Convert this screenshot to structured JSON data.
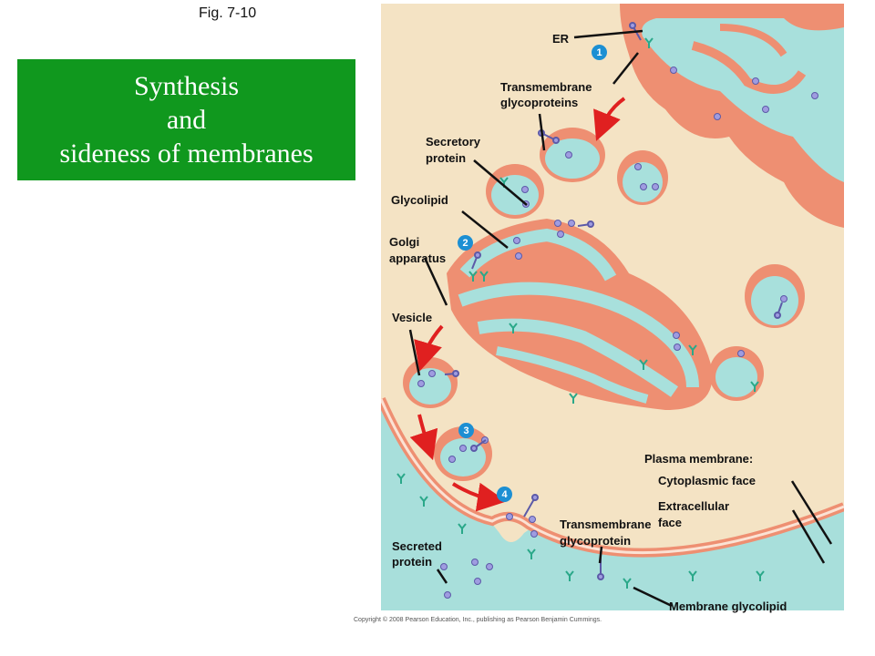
{
  "figure_label": "Fig. 7-10",
  "title_lines": [
    "Synthesis",
    "and",
    "sideness of membranes"
  ],
  "labels": {
    "er": "ER",
    "transmembrane_glycoproteins_1": "Transmembrane",
    "transmembrane_glycoproteins_2": "glycoproteins",
    "secretory_protein_1": "Secretory",
    "secretory_protein_2": "protein",
    "glycolipid": "Glycolipid",
    "golgi_1": "Golgi",
    "golgi_2": "apparatus",
    "vesicle": "Vesicle",
    "plasma_membrane": "Plasma membrane:",
    "cytoplasmic_face": "Cytoplasmic  face",
    "extracellular_face_1": "Extracellular",
    "extracellular_face_2": "face",
    "transmembrane_glycoprotein_1": "Transmembrane",
    "transmembrane_glycoprotein_2": "glycoprotein",
    "secreted_protein_1": "Secreted",
    "secreted_protein_2": "protein",
    "membrane_glycolipid": "Membrane  glycolipid"
  },
  "steps": [
    "1",
    "2",
    "3",
    "4"
  ],
  "copyright": "Copyright © 2008 Pearson Education, Inc., publishing as Pearson Benjamin Cummings.",
  "colors": {
    "title_bg": "#10981e",
    "step_badge": "#1c8fd3",
    "cytoplasm": "#f4e3c4",
    "membrane": "#ee8f72",
    "lumen": "#a8e0dc",
    "arrow": "#e02020"
  }
}
